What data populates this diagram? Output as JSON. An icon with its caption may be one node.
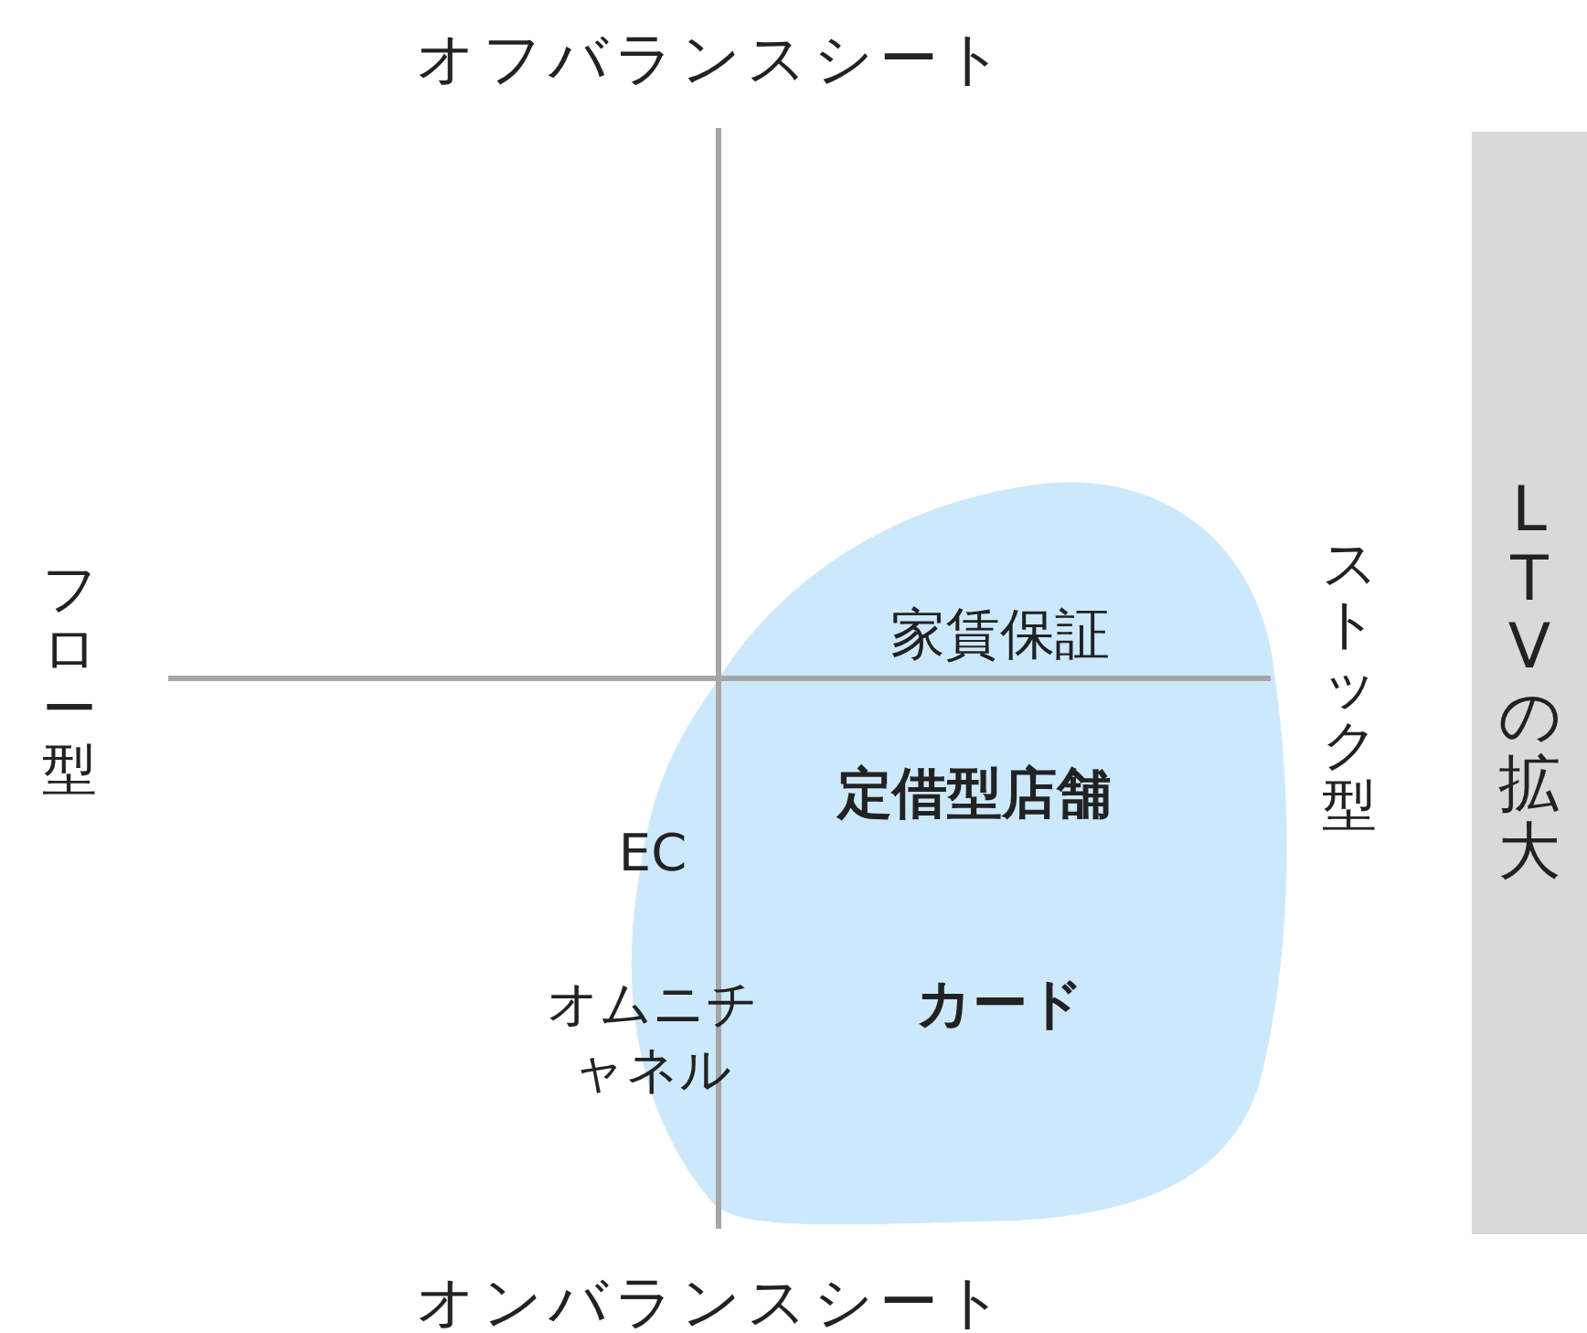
{
  "diagram": {
    "nodes": [
      {
        "text": [
          "家賃保証",
          "定借型店舗",
          "カード"
        ]
      },
      {
        "text": [
          "LTVの拡大"
        ]
      }
    ],
    "labels": [
      "オフバランスシート",
      "フロー型",
      "ストック型",
      "EC",
      "オムニチャネル",
      "オンバランスシート"
    ]
  }
}
